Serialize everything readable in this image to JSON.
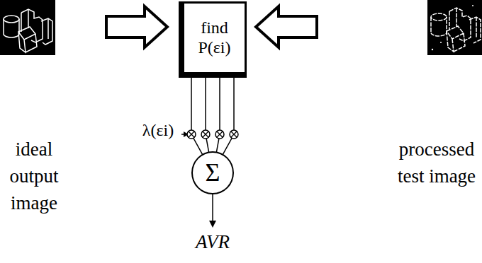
{
  "diagram": {
    "nodes": [
      {
        "text": [
          "find P(εi)"
        ]
      },
      {
        "text": [
          "Σ"
        ]
      }
    ],
    "edges": [
      {
        "from": 0,
        "to": 1,
        "arrow": "none"
      },
      {
        "from": 0,
        "to": 1,
        "arrow": "none"
      },
      {
        "from": 0,
        "to": 1,
        "arrow": "none"
      },
      {
        "from": 0,
        "to": 1,
        "arrow": "none"
      }
    ],
    "labels": [
      "ideal output image",
      "processed test image",
      "λ(εi)",
      "AVR"
    ]
  }
}
